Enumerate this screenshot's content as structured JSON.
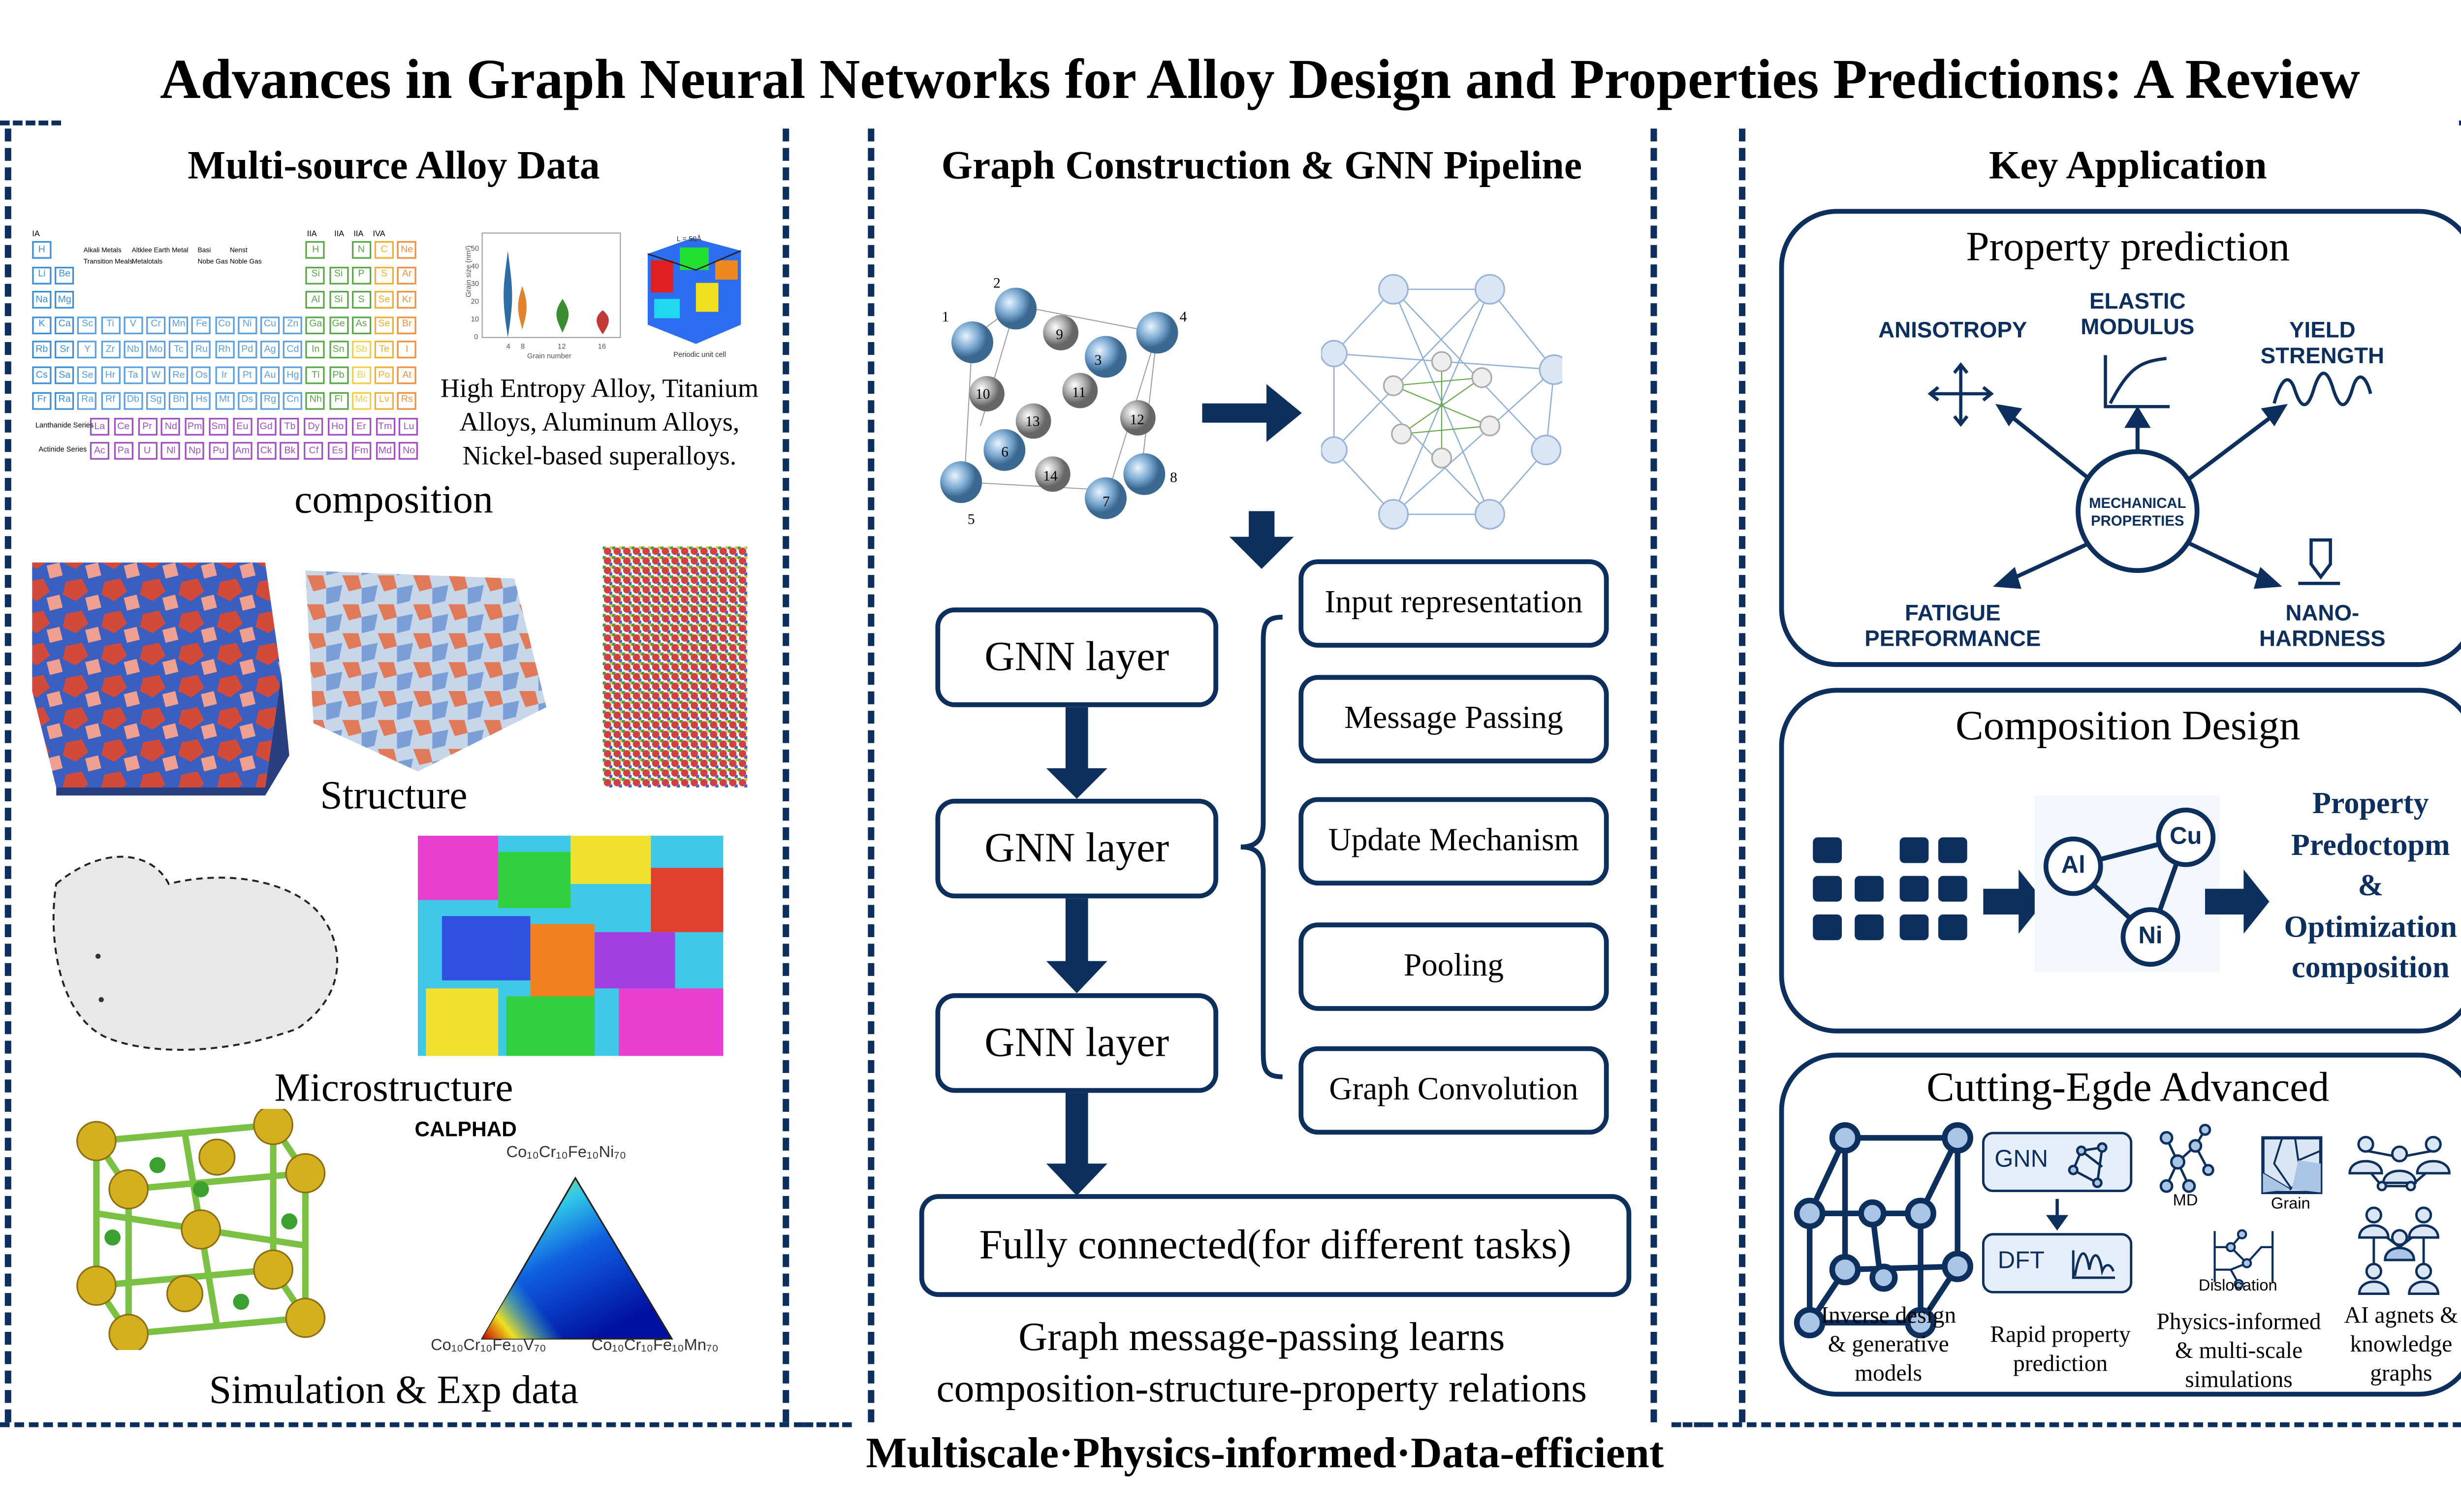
{
  "title": "Advances in Graph Neural Networks for Alloy Design and Properties Predictions: A Review",
  "footer": "Multiscale·Physics-informed·Data-efficient",
  "colors": {
    "navy": "#0d2f5e",
    "light_blue": "#a9c4e4"
  },
  "left": {
    "heading": "Multi-source Alloy Data",
    "periodic_table": {
      "group_labels": [
        "IA",
        "IIA",
        "IIA",
        "IIA",
        "IVA"
      ],
      "legend": [
        "Alkali Metals",
        "Altklee Earth Metal",
        "Basi",
        "Nenst",
        "Transition Meals",
        "Metalotals",
        "Nobe Gas",
        "Noble Gas"
      ],
      "rows": [
        [
          "H",
          "",
          "",
          "",
          "",
          "",
          "",
          "",
          "",
          "",
          "",
          "",
          "H",
          "",
          "N",
          "C",
          "Ne"
        ],
        [
          "Li",
          "Be",
          "",
          "",
          "",
          "",
          "",
          "",
          "",
          "",
          "",
          "",
          "Si",
          "Si",
          "P",
          "S",
          "Ar"
        ],
        [
          "Na",
          "Mg",
          "",
          "",
          "",
          "",
          "",
          "",
          "",
          "",
          "",
          "",
          "Al",
          "Si",
          "S",
          "Se",
          "Kr"
        ],
        [
          "K",
          "Ca",
          "Sc",
          "Ti",
          "V",
          "Cr",
          "Mn",
          "Fe",
          "Co",
          "Ni",
          "Cu",
          "Zn",
          "Ga",
          "Ge",
          "As",
          "Se",
          "Br"
        ],
        [
          "Rb",
          "Sr",
          "Y",
          "Zr",
          "Nb",
          "Mo",
          "Tc",
          "Ru",
          "Rh",
          "Pd",
          "Ag",
          "Cd",
          "In",
          "Sn",
          "Sb",
          "Te",
          "I"
        ],
        [
          "Cs",
          "Sa",
          "Se",
          "Hr",
          "Ta",
          "W",
          "Re",
          "Os",
          "Ir",
          "Pt",
          "Au",
          "Hg",
          "Tl",
          "Pb",
          "Bi",
          "Po",
          "At"
        ],
        [
          "Fr",
          "Ra",
          "Ra",
          "Rf",
          "Db",
          "Sg",
          "Bh",
          "Hs",
          "Mt",
          "Ds",
          "Rg",
          "Cn",
          "Nh",
          "Fl",
          "Mc",
          "Lv",
          "Rs"
        ]
      ],
      "lanthanide_label": "Lanthanide Series",
      "lanthanides": [
        "La",
        "Ce",
        "Pr",
        "Nd",
        "Pm",
        "Sm",
        "Eu",
        "Gd",
        "Tb",
        "Dy",
        "Ho",
        "Er",
        "Tm",
        "Lu"
      ],
      "actinide_label": "Actinide Series",
      "actinides": [
        "Ac",
        "Pa",
        "U",
        "Nl",
        "Np",
        "Pu",
        "Am",
        "Ck",
        "Bk",
        "Cf",
        "Es",
        "Fm",
        "Md",
        "No"
      ]
    },
    "violin": {
      "ylabel": "Grain size (nm²)",
      "xlabel": "Grain number",
      "yticks": [
        "0",
        "10",
        "20",
        "30",
        "40",
        "50"
      ],
      "xticks": [
        "4",
        "8",
        "12",
        "16"
      ],
      "cell_label": "Periodic unit cell",
      "cell_dim": "L = 50Å"
    },
    "alloy_text": [
      "High Entropy Alloy, Titanium",
      "Alloys, Aluminum Alloys,",
      "Nickel-based superalloys."
    ],
    "composition_label": "composition",
    "structure_label": "Structure",
    "microstructure_label": "Microstructure",
    "calphad": {
      "title": "CALPHAD",
      "top": "Co₁₀Cr₁₀Fe₁₀Ni₇₀",
      "left": "Co₁₀Cr₁₀Fe₁₀V₇₀",
      "right": "Co₁₀Cr₁₀Fe₁₀Mn₇₀"
    },
    "simulation_label": "Simulation & Exp data"
  },
  "middle": {
    "heading": "Graph Construction & GNN Pipeline",
    "atom_numbers": [
      "1",
      "2",
      "3",
      "4",
      "5",
      "6",
      "7",
      "8",
      "9",
      "10",
      "11",
      "12",
      "13",
      "14"
    ],
    "gnn_layers": [
      "GNN layer",
      "GNN layer",
      "GNN layer"
    ],
    "steps": [
      "Input representation",
      "Message Passing",
      "Update Mechanism",
      "Pooling",
      "Graph Convolution"
    ],
    "fully_connected": "Fully connected(for different tasks)",
    "caption": [
      "Graph message-passing learns",
      "composition-structure-property relations"
    ]
  },
  "right": {
    "heading": "Key Application",
    "property": {
      "title": "Property prediction",
      "center": "MECHANICAL PROPERTIES",
      "items": [
        "ANISOTROPY",
        "ELASTIC MODULUS",
        "YIELD STRENGTH",
        "FATIGUE PERFORMANCE",
        "NANO-HARDNESS"
      ]
    },
    "composition": {
      "title": "Composition Design",
      "nodes": [
        "Al",
        "Cu",
        "Ni"
      ],
      "result": [
        "Property",
        "Predoctopm",
        "&",
        "Optimization",
        "composition"
      ]
    },
    "advanced": {
      "title": "Cutting-Egde Advanced",
      "icon_labels": {
        "gnn": "GNN",
        "dft": "DFT",
        "md": "MD",
        "grain": "Grain",
        "dislocation": "Dislocation"
      },
      "captions": [
        [
          "Inverse design",
          "& generative",
          "models"
        ],
        [
          "Rapid property",
          "prediction"
        ],
        [
          "Physics-informed",
          "& multi-scale",
          "simulations"
        ],
        [
          "AI agnets &",
          "knowledge",
          "graphs"
        ]
      ]
    }
  }
}
